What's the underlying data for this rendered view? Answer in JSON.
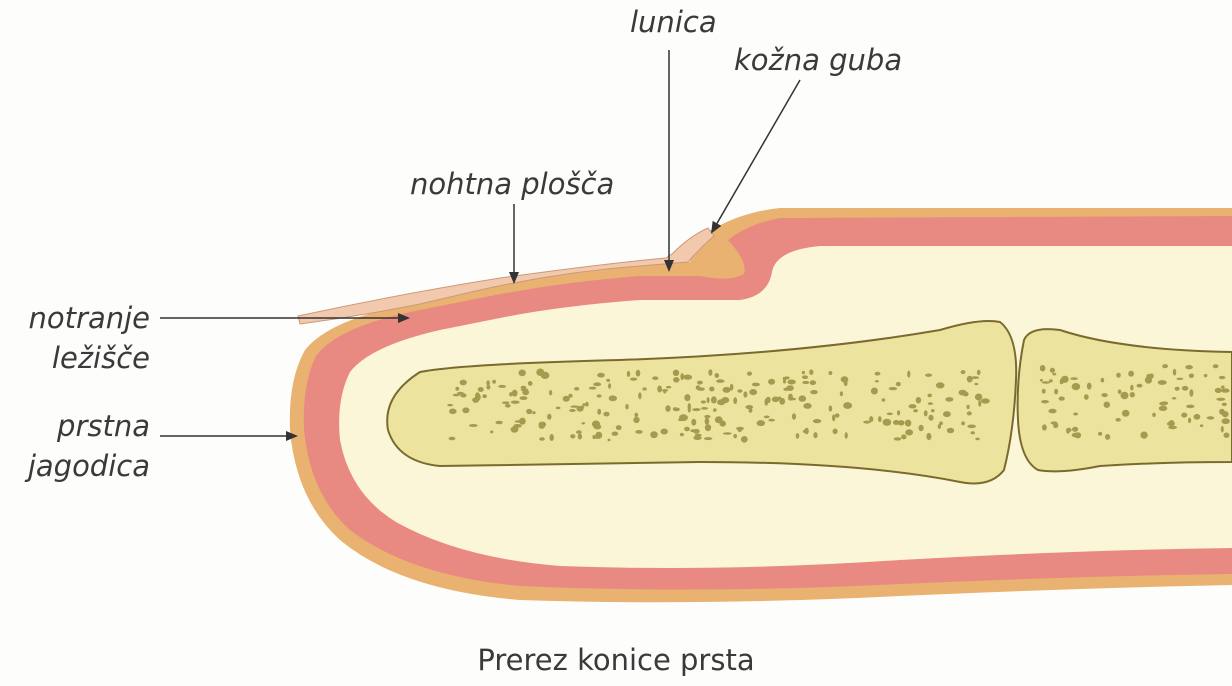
{
  "labels": {
    "lunula": "lunica",
    "skin_fold": "kožna guba",
    "nail_plate": "nohtna plošča",
    "nail_bed": [
      "notranje",
      "ležišče"
    ],
    "finger_pad": [
      "prstna",
      "jagodica"
    ]
  },
  "caption": "Prerez konice prsta",
  "colors": {
    "skin_outline": "#e9b270",
    "dermis": "#e98a82",
    "subcutaneous": "#fbf6d8",
    "bone": "#ece39f",
    "bone_outline": "#7a6a2e",
    "marrow": "#a69a4e",
    "nail": "#f3c9ae",
    "leader_line": "#333333",
    "text": "#3a3a3a"
  }
}
